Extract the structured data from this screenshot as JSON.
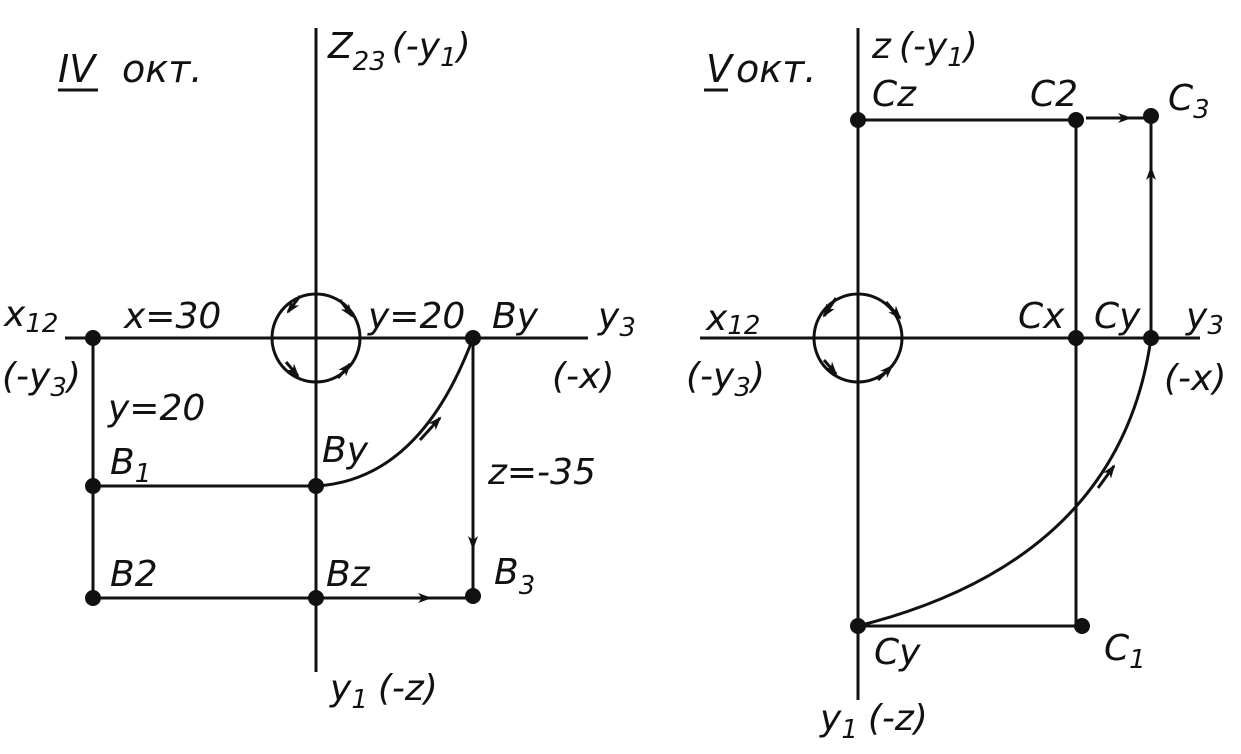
{
  "colors": {
    "ink": "#111111",
    "paper": "#ffffff"
  },
  "panel_iv": {
    "title_roman": "IV",
    "title_suffix": "окт.",
    "axis_top_main": "Z",
    "axis_top_sub": "23",
    "axis_top_paren": "(-y",
    "axis_top_paren_sub": "1",
    "axis_top_close": ")",
    "axis_left_main": "x",
    "axis_left_sub": "12",
    "axis_left_paren": "(-y",
    "axis_left_paren_sub": "3",
    "axis_left_close": ")",
    "axis_right_main": "y",
    "axis_right_sub": "3",
    "axis_right_paren": "(-x)",
    "axis_bottom_main": "y",
    "axis_bottom_sub": "1",
    "axis_bottom_paren": "(-z)",
    "x_value": "x=30",
    "y_value_axis": "y=20",
    "y_value_left": "y=20",
    "z_value": "z=-35",
    "point_by_axis": "By",
    "point_by_mid": "By",
    "point_b1": "B",
    "point_b1_sub": "1",
    "point_b2_left": "B2",
    "point_b2_mid": "Bz",
    "point_b3": "B",
    "point_b3_sub": "3"
  },
  "panel_v": {
    "title_roman": "V",
    "title_suffix": "окт.",
    "axis_top_main": "z",
    "axis_top_paren": "(-y",
    "axis_top_paren_sub": "1",
    "axis_top_close": ")",
    "axis_left_main": "x",
    "axis_left_sub": "12",
    "axis_left_paren": "(-y",
    "axis_left_paren_sub": "3",
    "axis_left_close": ")",
    "axis_right_main": "y",
    "axis_right_sub": "3",
    "axis_right_paren": "(-x)",
    "axis_bottom_main": "y",
    "axis_bottom_sub": "1",
    "axis_bottom_paren": "(-z)",
    "point_cz": "Cz",
    "point_c2": "C2",
    "point_c3": "C",
    "point_c3_sub": "3",
    "point_cx": "Cx",
    "point_cy_axis": "Cy",
    "point_cy_bottom": "Cy",
    "point_c1": "C",
    "point_c1_sub": "1"
  }
}
